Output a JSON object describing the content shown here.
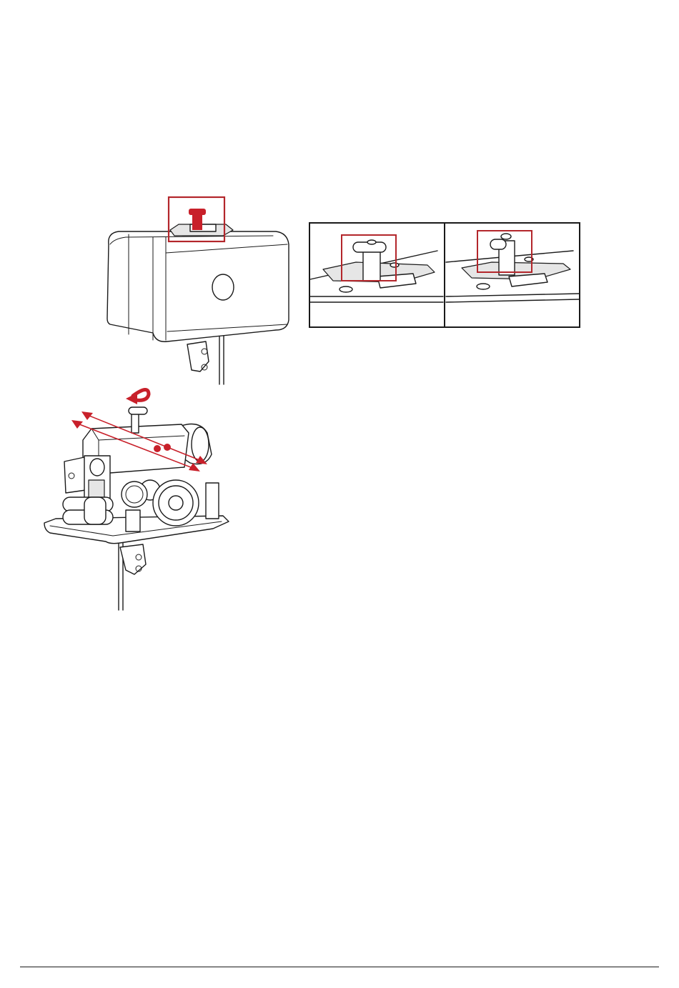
{
  "document": {
    "page_type": "installation-manual-illustration-page",
    "figures": [
      {
        "name": "motor-housing-with-pull-knob",
        "icon": "motor-box-icon"
      },
      {
        "name": "knob-position-detail-left",
        "icon": "knob-detail-icon"
      },
      {
        "name": "knob-position-detail-right",
        "icon": "knob-detail-icon"
      },
      {
        "name": "exposed-gear-mechanism",
        "icon": "gear-mechanism-icon"
      }
    ]
  },
  "colors": {
    "accent_red": "#c8202a",
    "highlight_frame": "#b3262b",
    "line_art": "#1a1a1a",
    "background": "#ffffff"
  }
}
